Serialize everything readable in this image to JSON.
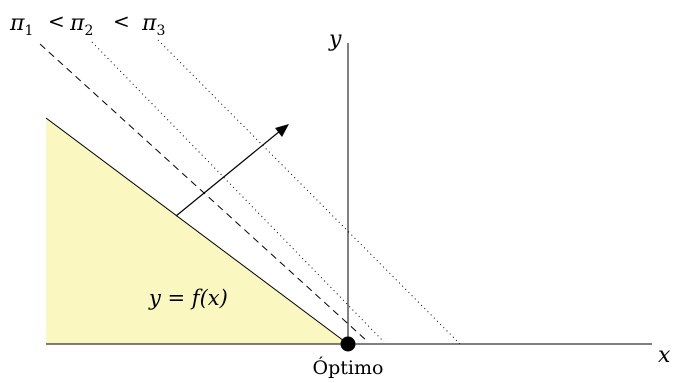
{
  "labels": {
    "pi1": "π",
    "pi1_sub": "1",
    "lt1": "<",
    "pi2": "π",
    "pi2_sub": "2",
    "lt2": "<",
    "pi3": "π",
    "pi3_sub": "3",
    "y_axis": "y",
    "x_axis": "x",
    "region": "y = f(x)",
    "optimum": "Óptimo"
  },
  "colors": {
    "region_fill": "#fbf7c0",
    "lines": "#000000"
  }
}
